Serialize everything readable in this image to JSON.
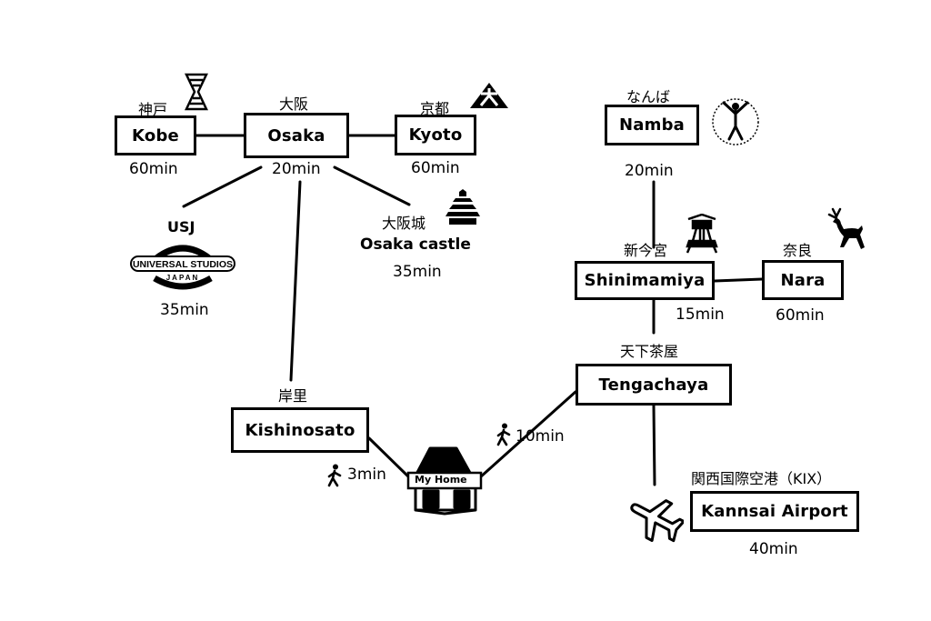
{
  "nodes": {
    "kobe": {
      "label": "Kobe",
      "jp": "神戸",
      "time": "60min"
    },
    "osaka": {
      "label": "Osaka",
      "jp": "大阪",
      "time": "20min"
    },
    "kyoto": {
      "label": "Kyoto",
      "jp": "京都",
      "time": "60min"
    },
    "usj": {
      "label": "USJ",
      "time": "35min",
      "logo_text": [
        "UNIVERSAL STUDIOS",
        "JAPAN"
      ]
    },
    "castle": {
      "label": "Osaka castle",
      "jp": "大阪城",
      "time": "35min"
    },
    "namba": {
      "label": "Namba",
      "jp": "なんば",
      "time": "20min"
    },
    "shinimamiya": {
      "label": "Shinimamiya",
      "jp": "新今宮",
      "time": "15min"
    },
    "nara": {
      "label": "Nara",
      "jp": "奈良",
      "time": "60min"
    },
    "tengachaya": {
      "label": "Tengachaya",
      "jp": "天下茶屋"
    },
    "kishinosato": {
      "label": "Kishinosato",
      "jp": "岸里"
    },
    "airport": {
      "label": "Kannsai Airport",
      "jp": "関西国際空港（KIX）",
      "time": "40min"
    },
    "home": {
      "label": "My Home"
    }
  },
  "walks": {
    "kishinosato": "3min",
    "tengachaya": "10min"
  },
  "icons": [
    "kobe-tower-icon",
    "daimonji-icon",
    "glico-sign-icon",
    "tsutenkaku-icon",
    "deer-icon",
    "castle-icon",
    "universal-globe-icon",
    "walking-person-icon",
    "airplane-icon",
    "house-icon"
  ]
}
